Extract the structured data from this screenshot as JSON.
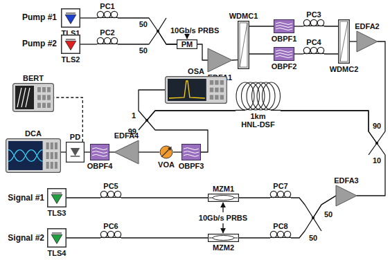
{
  "diagram": {
    "nodes": [
      {
        "text": [
          "TLS1"
        ]
      },
      {
        "text": [
          "TLS2"
        ]
      },
      {
        "text": [
          "PC1"
        ]
      },
      {
        "text": [
          "PC2"
        ]
      },
      {
        "text": [
          "PM"
        ]
      },
      {
        "text": [
          "EDFA1"
        ]
      },
      {
        "text": [
          "WDMC1"
        ]
      },
      {
        "text": [
          "OBPF1"
        ]
      },
      {
        "text": [
          "OBPF2"
        ]
      },
      {
        "text": [
          "PC3"
        ]
      },
      {
        "text": [
          "PC4"
        ]
      },
      {
        "text": [
          "WDMC2"
        ]
      },
      {
        "text": [
          "EDFA2"
        ]
      },
      {
        "text": [
          "1km",
          "HNL-DSF"
        ]
      },
      {
        "text": [
          "OSA"
        ]
      },
      {
        "text": [
          "OBPF3"
        ]
      },
      {
        "text": [
          "VOA"
        ]
      },
      {
        "text": [
          "EDFA4"
        ]
      },
      {
        "text": [
          "OBPF4"
        ]
      },
      {
        "text": [
          "PD"
        ]
      },
      {
        "text": [
          "DCA"
        ]
      },
      {
        "text": [
          "BERT"
        ]
      },
      {
        "text": [
          "TLS3"
        ]
      },
      {
        "text": [
          "TLS4"
        ]
      },
      {
        "text": [
          "PC5"
        ]
      },
      {
        "text": [
          "PC6"
        ]
      },
      {
        "text": [
          "MZM1"
        ]
      },
      {
        "text": [
          "MZM2"
        ]
      },
      {
        "text": [
          "PC7"
        ]
      },
      {
        "text": [
          "PC8"
        ]
      },
      {
        "text": [
          "EDFA3"
        ]
      }
    ],
    "edges": [
      {
        "from": 0,
        "to": 2,
        "arrow": "none"
      },
      {
        "from": 1,
        "to": 3,
        "arrow": "none"
      },
      {
        "from": 2,
        "to": 4,
        "arrow": "none"
      },
      {
        "from": 3,
        "to": 4,
        "arrow": "none"
      },
      {
        "from": 4,
        "to": 5,
        "arrow": "none"
      },
      {
        "from": 5,
        "to": 6,
        "arrow": "none"
      },
      {
        "from": 6,
        "to": 7,
        "arrow": "none"
      },
      {
        "from": 6,
        "to": 8,
        "arrow": "none"
      },
      {
        "from": 7,
        "to": 9,
        "arrow": "none"
      },
      {
        "from": 8,
        "to": 10,
        "arrow": "none"
      },
      {
        "from": 9,
        "to": 11,
        "arrow": "none"
      },
      {
        "from": 10,
        "to": 11,
        "arrow": "none"
      },
      {
        "from": 11,
        "to": 12,
        "arrow": "none"
      },
      {
        "from": 12,
        "to": 13,
        "arrow": "none"
      },
      {
        "from": 30,
        "to": 13,
        "arrow": "none"
      },
      {
        "from": 13,
        "to": 14,
        "arrow": "none"
      },
      {
        "from": 13,
        "to": 15,
        "arrow": "none"
      },
      {
        "from": 15,
        "to": 16,
        "arrow": "none"
      },
      {
        "from": 16,
        "to": 17,
        "arrow": "none"
      },
      {
        "from": 17,
        "to": 18,
        "arrow": "none"
      },
      {
        "from": 18,
        "to": 19,
        "arrow": "none"
      },
      {
        "from": 19,
        "to": 20,
        "arrow": "none"
      },
      {
        "from": 19,
        "to": 21,
        "arrow": "none"
      },
      {
        "from": 22,
        "to": 24,
        "arrow": "none"
      },
      {
        "from": 23,
        "to": 25,
        "arrow": "none"
      },
      {
        "from": 24,
        "to": 26,
        "arrow": "none"
      },
      {
        "from": 25,
        "to": 27,
        "arrow": "none"
      },
      {
        "from": 26,
        "to": 28,
        "arrow": "none"
      },
      {
        "from": 27,
        "to": 29,
        "arrow": "none"
      },
      {
        "from": 28,
        "to": 30,
        "arrow": "none"
      },
      {
        "from": 29,
        "to": 30,
        "arrow": "none"
      }
    ],
    "labels": [
      "Pump #1",
      "Pump #2",
      "50",
      "50",
      "10Gb/s PRBS",
      "1",
      "99",
      "90",
      "10",
      "Signal #1",
      "Signal #2",
      "10Gb/s PRBS",
      "50",
      "50"
    ]
  }
}
